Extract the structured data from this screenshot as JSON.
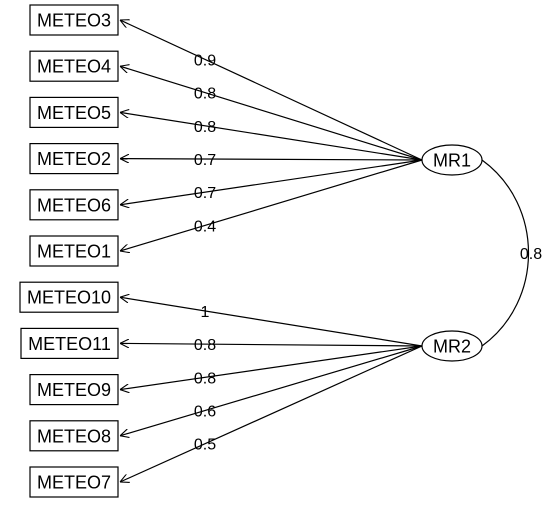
{
  "factors": [
    {
      "id": "MR1",
      "label": "MR1"
    },
    {
      "id": "MR2",
      "label": "MR2"
    }
  ],
  "indicators": [
    {
      "label": "METEO3",
      "factor": "MR1",
      "loading": "0.9"
    },
    {
      "label": "METEO4",
      "factor": "MR1",
      "loading": "0.8"
    },
    {
      "label": "METEO5",
      "factor": "MR1",
      "loading": "0.8"
    },
    {
      "label": "METEO2",
      "factor": "MR1",
      "loading": "0.7"
    },
    {
      "label": "METEO6",
      "factor": "MR1",
      "loading": "0.7"
    },
    {
      "label": "METEO1",
      "factor": "MR1",
      "loading": "0.4"
    },
    {
      "label": "METEO10",
      "factor": "MR2",
      "loading": "1"
    },
    {
      "label": "METEO11",
      "factor": "MR2",
      "loading": "0.8"
    },
    {
      "label": "METEO9",
      "factor": "MR2",
      "loading": "0.8"
    },
    {
      "label": "METEO8",
      "factor": "MR2",
      "loading": "0.6"
    },
    {
      "label": "METEO7",
      "factor": "MR2",
      "loading": "0.5"
    }
  ],
  "factor_correlation": {
    "from": "MR1",
    "to": "MR2",
    "value": "0.8"
  }
}
